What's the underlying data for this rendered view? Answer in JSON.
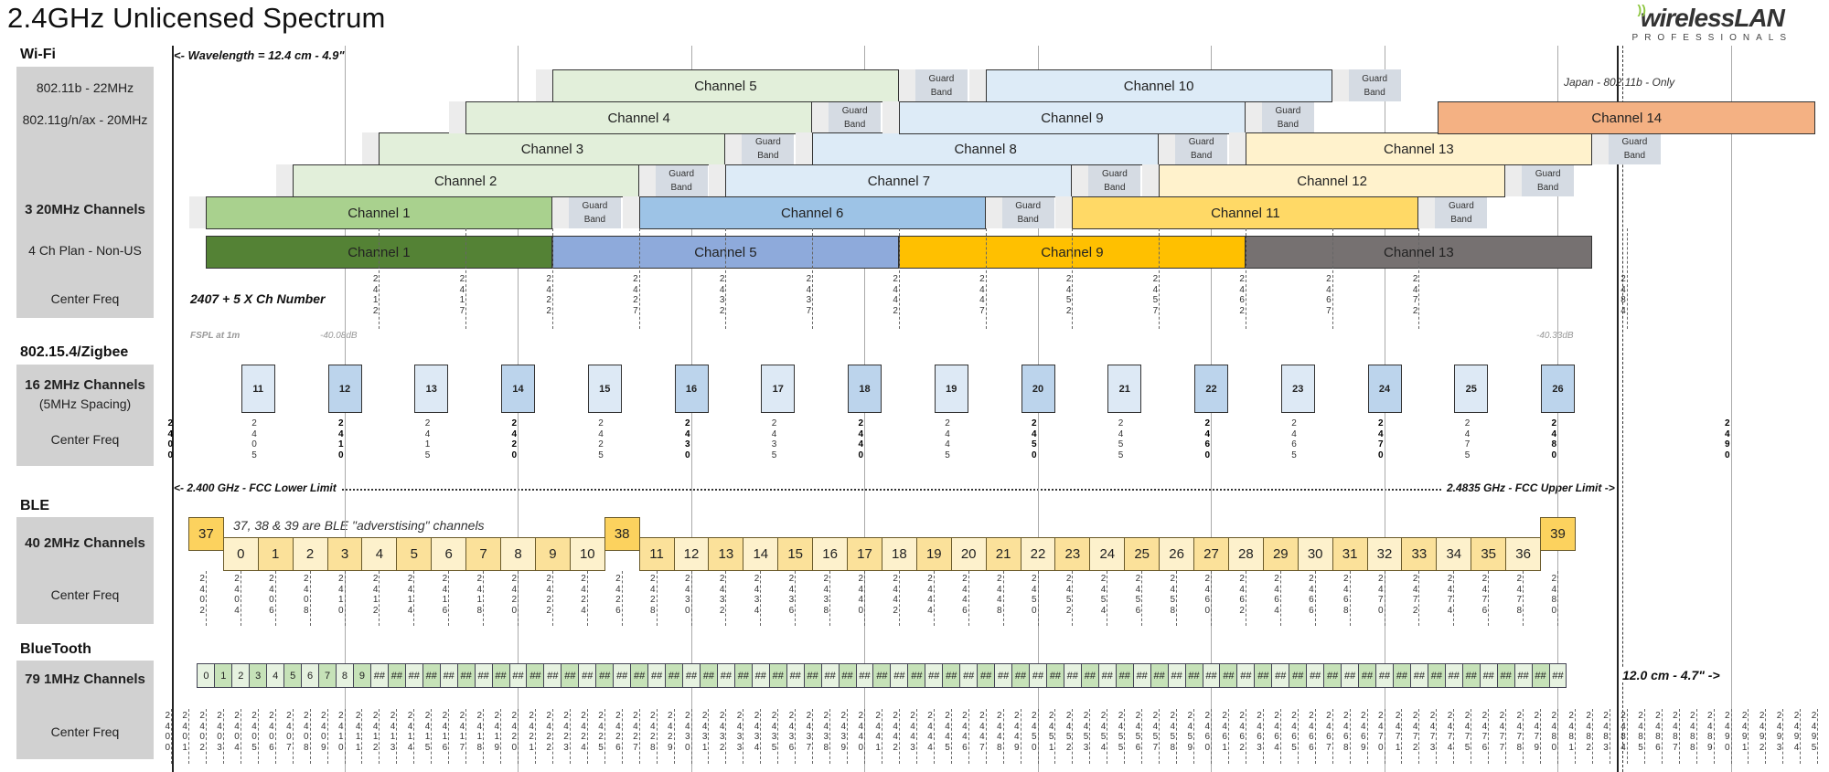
{
  "title": "2.4GHz Unlicensed Spectrum",
  "logo": {
    "main": "wirelessLAN",
    "sub": "PROFESSIONALS",
    "icon": "wifi-signal-icon"
  },
  "colors": {
    "side_panel": "#d1d1d1",
    "guard_band": "#d5dbe3",
    "ch14": "#f2a97c",
    "zigbee_dark": "#bcd4ec",
    "zigbee_light": "#dde9f5",
    "ble_dark": "#fbe19a",
    "ble_light": "#fdf1cc",
    "ble_adv": "#fcd25e",
    "bt_dark": "#c6e2b8",
    "bt_light": "#e6f2e0"
  },
  "annotations": {
    "wavelength_left": "<- Wavelength = 12.4 cm - 4.9\"",
    "wavelength_right": "12.0 cm - 4.7\" ->",
    "japan_note": "Japan - 802.11b - Only",
    "formula": "2407 + 5 X Ch Number",
    "fspl_label": "FSPL at 1m",
    "fspl_low": "-40.08dB",
    "fspl_high": "-40.33dB",
    "fcc_lower": "<- 2.400 GHz - FCC Lower Limit",
    "fcc_upper": "2.4835 GHz - FCC Upper Limit ->",
    "ble_adv_note": "37, 38 & 39 are BLE \"adverstising\" channels"
  },
  "sections": {
    "wifi": {
      "heading": "Wi-Fi",
      "labels": [
        "802.11b - 22MHz",
        "802.11g/n/ax - 20MHz",
        "3  20MHz Channels",
        "4 Ch Plan - Non-US",
        "Center Freq"
      ]
    },
    "zigbee": {
      "heading": "802.15.4/Zigbee",
      "labels": [
        "16  2MHz Channels",
        "(5MHz Spacing)",
        "Center Freq"
      ]
    },
    "ble": {
      "heading": "BLE",
      "labels": [
        "40  2MHz Channels",
        "Center Freq"
      ]
    },
    "bluetooth": {
      "heading": "BlueTooth",
      "labels": [
        "79  1MHz Channels",
        "Center Freq"
      ]
    }
  },
  "guard_band_label": "Guard Band",
  "wifi_channels": [
    {
      "label": "Channel 1",
      "ch": 1,
      "color": "#a9d18e"
    },
    {
      "label": "Channel 2",
      "ch": 2,
      "color": "#e2efda"
    },
    {
      "label": "Channel 3",
      "ch": 3,
      "color": "#e2efda"
    },
    {
      "label": "Channel 4",
      "ch": 4,
      "color": "#e2efda"
    },
    {
      "label": "Channel 5",
      "ch": 5,
      "color": "#e2efda"
    },
    {
      "label": "Channel 6",
      "ch": 6,
      "color": "#9dc3e6"
    },
    {
      "label": "Channel 7",
      "ch": 7,
      "color": "#ddebf7"
    },
    {
      "label": "Channel 8",
      "ch": 8,
      "color": "#ddebf7"
    },
    {
      "label": "Channel 9",
      "ch": 9,
      "color": "#ddebf7"
    },
    {
      "label": "Channel 10",
      "ch": 10,
      "color": "#ddebf7"
    },
    {
      "label": "Channel 11",
      "ch": 11,
      "color": "#ffd966"
    },
    {
      "label": "Channel 12",
      "ch": 12,
      "color": "#fff2cc"
    },
    {
      "label": "Channel 13",
      "ch": 13,
      "color": "#fff2cc"
    },
    {
      "label": "Channel 14",
      "ch": 14,
      "color": "#f4b183"
    }
  ],
  "plan4": [
    {
      "label": "Channel 1",
      "ch": 1,
      "color": "#548235"
    },
    {
      "label": "Channel 5",
      "ch": 5,
      "color": "#8eaadb"
    },
    {
      "label": "Channel 9",
      "ch": 9,
      "color": "#ffc000"
    },
    {
      "label": "Channel 13",
      "ch": 13,
      "color": "#767171"
    }
  ],
  "wifi_center_freqs": [
    2412,
    2417,
    2422,
    2427,
    2432,
    2437,
    2442,
    2447,
    2452,
    2457,
    2462,
    2467,
    2472,
    2484
  ],
  "zigbee_channels": [
    11,
    12,
    13,
    14,
    15,
    16,
    17,
    18,
    19,
    20,
    21,
    22,
    23,
    24,
    25,
    26
  ],
  "zigbee_freq_ticks": [
    2400,
    2405,
    2410,
    2415,
    2420,
    2425,
    2430,
    2435,
    2440,
    2445,
    2450,
    2455,
    2460,
    2465,
    2470,
    2475,
    2480,
    2490
  ],
  "ble_channels": [
    {
      "ch": 37,
      "f": 2402
    },
    {
      "ch": 0,
      "f": 2404
    },
    {
      "ch": 1,
      "f": 2406
    },
    {
      "ch": 2,
      "f": 2408
    },
    {
      "ch": 3,
      "f": 2410
    },
    {
      "ch": 4,
      "f": 2412
    },
    {
      "ch": 5,
      "f": 2414
    },
    {
      "ch": 6,
      "f": 2416
    },
    {
      "ch": 7,
      "f": 2418
    },
    {
      "ch": 8,
      "f": 2420
    },
    {
      "ch": 9,
      "f": 2422
    },
    {
      "ch": 10,
      "f": 2424
    },
    {
      "ch": 38,
      "f": 2426
    },
    {
      "ch": 11,
      "f": 2428
    },
    {
      "ch": 12,
      "f": 2430
    },
    {
      "ch": 13,
      "f": 2432
    },
    {
      "ch": 14,
      "f": 2434
    },
    {
      "ch": 15,
      "f": 2436
    },
    {
      "ch": 16,
      "f": 2438
    },
    {
      "ch": 17,
      "f": 2440
    },
    {
      "ch": 18,
      "f": 2442
    },
    {
      "ch": 19,
      "f": 2444
    },
    {
      "ch": 20,
      "f": 2446
    },
    {
      "ch": 21,
      "f": 2448
    },
    {
      "ch": 22,
      "f": 2450
    },
    {
      "ch": 23,
      "f": 2452
    },
    {
      "ch": 24,
      "f": 2454
    },
    {
      "ch": 25,
      "f": 2456
    },
    {
      "ch": 26,
      "f": 2458
    },
    {
      "ch": 27,
      "f": 2460
    },
    {
      "ch": 28,
      "f": 2462
    },
    {
      "ch": 29,
      "f": 2464
    },
    {
      "ch": 30,
      "f": 2466
    },
    {
      "ch": 31,
      "f": 2468
    },
    {
      "ch": 32,
      "f": 2470
    },
    {
      "ch": 33,
      "f": 2472
    },
    {
      "ch": 34,
      "f": 2474
    },
    {
      "ch": 35,
      "f": 2476
    },
    {
      "ch": 36,
      "f": 2478
    },
    {
      "ch": 39,
      "f": 2480
    }
  ],
  "bt_channel_count": 79,
  "bt_overflow_label": "##",
  "bt_first_freq": 2402,
  "bt_freq_range": [
    2400,
    2495
  ]
}
